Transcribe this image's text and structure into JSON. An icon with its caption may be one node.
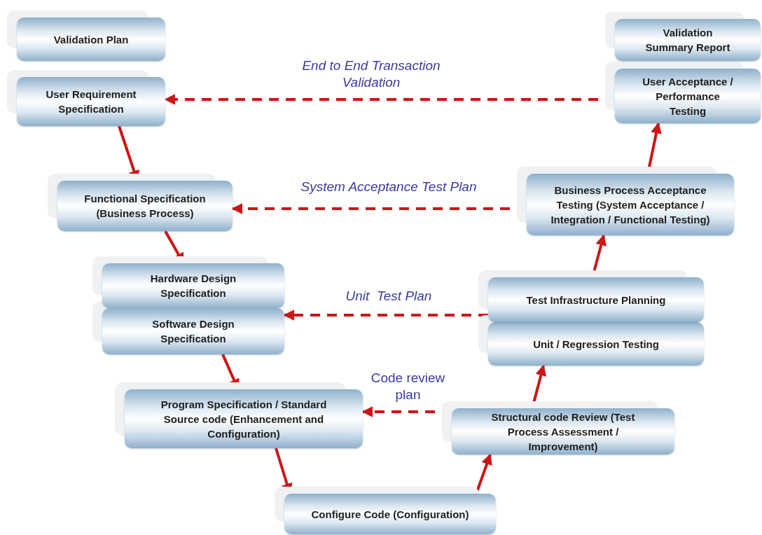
{
  "diagram": {
    "nodes": [
      {
        "text": [
          "Validation Plan"
        ]
      },
      {
        "text": [
          "User Requirement Specification"
        ]
      },
      {
        "text": [
          "Functional Specification (Business Process)"
        ]
      },
      {
        "text": [
          "Hardware Design Specification"
        ]
      },
      {
        "text": [
          "Software Design Specification"
        ]
      },
      {
        "text": [
          "Program Specification / Standard Source code (Enhancement and Configuration)"
        ]
      },
      {
        "text": [
          "Configure Code (Configuration)"
        ]
      },
      {
        "text": [
          "Structural code Review (Test Process Assessment / Improvement)"
        ]
      },
      {
        "text": [
          "Unit / Regression Testing"
        ]
      },
      {
        "text": [
          "Test Infrastructure Planning"
        ]
      },
      {
        "text": [
          "Business Process Acceptance Testing (System Acceptance / Integration / Functional Testing)"
        ]
      },
      {
        "text": [
          "User Acceptance / Performance Testing"
        ]
      },
      {
        "text": [
          "Validation Summary Report"
        ]
      }
    ],
    "edges": [
      {
        "from": 1,
        "to": 2,
        "arrow": "to"
      },
      {
        "from": 2,
        "to": 3,
        "arrow": "to"
      },
      {
        "from": 4,
        "to": 5,
        "arrow": "to"
      },
      {
        "from": 5,
        "to": 6,
        "arrow": "to"
      },
      {
        "from": 6,
        "to": 7,
        "arrow": "to"
      },
      {
        "from": 7,
        "to": 8,
        "arrow": "to"
      },
      {
        "from": 9,
        "to": 10,
        "arrow": "to"
      },
      {
        "from": 10,
        "to": 11,
        "arrow": "to"
      },
      {
        "from": 11,
        "to": 1,
        "arrow": "to",
        "style": "dashed",
        "label": "End to End Transaction Validation"
      },
      {
        "from": 10,
        "to": 2,
        "arrow": "to",
        "style": "dashed",
        "label": "System Acceptance Test Plan"
      },
      {
        "from": 9,
        "to": 4,
        "arrow": "to",
        "style": "dashed",
        "label": "Unit  Test Plan"
      },
      {
        "from": 7,
        "to": 5,
        "arrow": "to",
        "style": "dashed",
        "label": "Code review plan"
      }
    ]
  }
}
